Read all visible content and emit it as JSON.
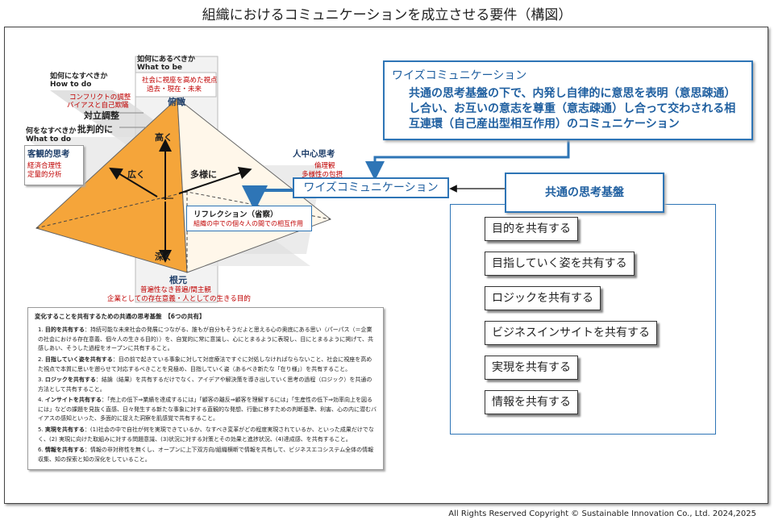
{
  "page_title": "組織におけるコミュニケーションを成立させる要件（構図）",
  "copyright": "All Rights Reserved Copyright © Sustainable Innovation Co., Ltd. 2024,2025",
  "pyramid": {
    "top_axis": {
      "ja": "如何にあるべきか",
      "en": "What to be",
      "desc1": "社会に視座を高めた視点",
      "desc2": "過去・現在・未来",
      "apex": "俯瞰"
    },
    "how_axis": {
      "ja": "如何になすべきか",
      "en": "How to do",
      "desc1": "コンフリクトの調整",
      "desc2": "バイアスと自己欺瞞",
      "label1": "対立調整",
      "label2": "批判的に"
    },
    "what_do_axis": {
      "ja": "何をなすべきか",
      "en": "What to do",
      "title": "客観的思考",
      "desc1": "経済合理性",
      "desc2": "定量的分析"
    },
    "right_axis": {
      "title": "人中心思考",
      "desc1": "倫理観",
      "desc2": "多様性の包摂"
    },
    "inner": {
      "high": "高く",
      "wide": "広く",
      "diverse": "多様に",
      "deep": "深く"
    },
    "reflection": {
      "title": "リフレクション（省察）",
      "desc": "組織の中での個々人の間での相互作用"
    },
    "bottom_axis": {
      "label": "根元",
      "desc1": "普遍性なき普遍/間主観",
      "desc2": "企業としての存在意義・人としての生きる目的"
    }
  },
  "wise_box": {
    "title": "ワイズコミュニケーション",
    "body": "共通の思考基盤の下で、内発し自律的に意思を表明（意思疎通）し合い、お互いの意志を尊重（意志疎通）し合って交わされる相互連環（自己産出型相互作用）のコミュニケーション"
  },
  "wise_label": "ワイズコミュニケーション",
  "common_base": {
    "title": "共通の思考基盤",
    "items": [
      "目的を共有する",
      "目指していく姿を共有する",
      "ロジックを共有する",
      "ビジネスインサイトを共有する",
      "実現を共有する",
      "情報を共有する"
    ]
  },
  "text_box": {
    "title": "変化することを共有するための共通の思考基盤　【6つの共有】",
    "items": [
      {
        "n": "1.",
        "head": "目的を共有する",
        "body": "：持続可能な未来社会の発展につながる、誰もが自分もそうだよと思える心の奥底にある思い（パーパス（＝企業の社会における存在意義、個々人の生きる目的））を、自覚的に常に意識し、心にとまるように表現し、目にとまるように掲げて、共感しあい、そうした過程をオープンに共有すること。"
      },
      {
        "n": "2.",
        "head": "目指していく姿を共有する",
        "body": "：目の前で起きている事象に対して対症療法ですぐに対処しなければならないこと、社会に視座を高めた視点で本質に思いを遡らせて対応するべきことを見極め、目指していく姿（あるべき新たな「在り様」）を共有すること。"
      },
      {
        "n": "3.",
        "head": "ロジックを共有する",
        "body": "：結論（結果）を共有するだけでなく、アイデアや解決策を導き出していく思考の過程（ロジック）を共通の方法として共有すること。"
      },
      {
        "n": "4.",
        "head": "インサイトを共有する",
        "body": "：「売上の低下⇒業績を達成するには」「顧客の離反⇒顧客を理解するには」「生産性の低下⇒効率向上を図るには」などの課題を見抜く直感、日々発生する新たな事象に対する直観的な発想、行動に移すための判断基準、利害、心の内に潜むバイアスの感知といった、多面的に捉えた洞察を肌感覚で共有すること。"
      },
      {
        "n": "5.",
        "head": "実現を共有する",
        "body": "：(1)社会の中で自社が何を実現できているか、なすべき変革がどの程度実現されているか、といった成果だけでなく、(2) 実現に向けた取組みに対する問題意識、(3)状況に対する対策とその効果と進捗状況、(4)達成感、を共有すること。"
      },
      {
        "n": "6.",
        "head": "情報を共有する",
        "body": "：情報の非対称性を無くし、オープンに上下双方向/組織横断で情報を共有して、ビジネスエコシステム全体の情報収集、知の探索と知の深化をしていること。"
      }
    ]
  },
  "colors": {
    "orange": "#f5a53a",
    "pyramid_right": "#fff7ea",
    "blue": "#2e75b6",
    "red": "#c00000",
    "gray_plane": "#d0d0d0"
  }
}
